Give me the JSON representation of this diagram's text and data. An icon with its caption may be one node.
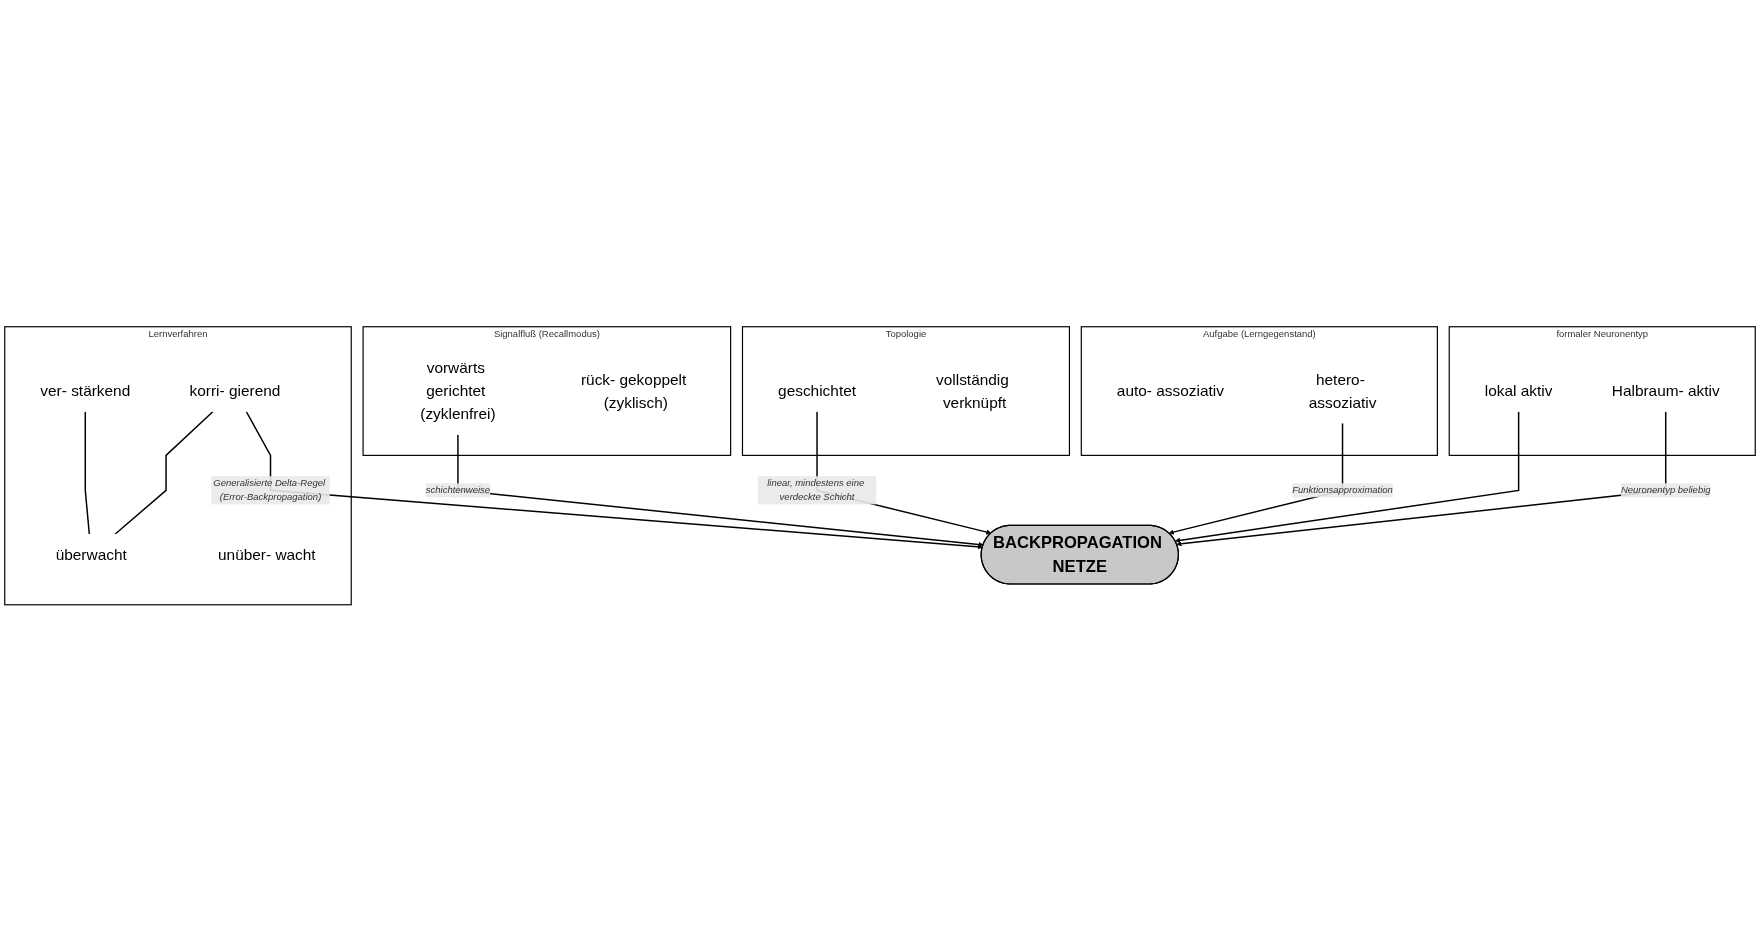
{
  "diagram": {
    "nodes": [
      {
        "text": [
          "formaler Neuronentyp"
        ]
      },
      {
        "text": [
          "Halbraum- aktiv"
        ],
        "in": 0
      },
      {
        "text": [
          "lokal aktiv"
        ],
        "in": 0
      },
      {
        "text": [
          "Aufgabe (Lerngegenstand)"
        ]
      },
      {
        "text": [
          "auto- assoziativ"
        ],
        "in": 3
      },
      {
        "text": [
          "hetero- assoziativ"
        ],
        "in": 3
      },
      {
        "text": [
          "Topologie"
        ]
      },
      {
        "text": [
          "geschichtet"
        ],
        "in": 6
      },
      {
        "text": [
          "vollständig verknüpft"
        ],
        "in": 6
      },
      {
        "text": [
          "BACKPROPAGATION NETZE"
        ]
      },
      {
        "text": [
          "Lernverfahren"
        ]
      },
      {
        "text": [
          "korri- gierend"
        ],
        "in": 10
      },
      {
        "text": [
          "ver- stärkend"
        ],
        "in": 10
      },
      {
        "text": [
          "überwacht"
        ],
        "in": 10
      },
      {
        "text": [
          "unüber- wacht"
        ],
        "in": 10
      },
      {
        "text": [
          "Signalfluß (Recallmodus)"
        ]
      },
      {
        "text": [
          "vorwärts gerichtet (zyklenfrei)"
        ],
        "in": 15
      },
      {
        "text": [
          "rück- gekoppelt (zyklisch)"
        ],
        "in": 15
      }
    ],
    "edges": [
      {
        "from": 1,
        "to": 9,
        "arrow": "to",
        "label": "Neuronentyp beliebig"
      },
      {
        "from": 2,
        "to": 9,
        "arrow": "to"
      },
      {
        "from": 5,
        "to": 9,
        "arrow": "to",
        "label": "Funktionsapproximation"
      },
      {
        "from": 7,
        "to": 9,
        "arrow": "to",
        "label": "linear, mindestens eine verdeckte Schicht"
      },
      {
        "from": 11,
        "to": 9,
        "arrow": "to",
        "label": "Generalisierte Delta-Regel (Error-Backpropagation)"
      },
      {
        "from": 16,
        "to": 9,
        "arrow": "to",
        "label": "schichtenweise"
      },
      {
        "from": 11,
        "to": 13,
        "arrow": "none"
      },
      {
        "from": 12,
        "to": 13,
        "arrow": "none"
      }
    ]
  }
}
